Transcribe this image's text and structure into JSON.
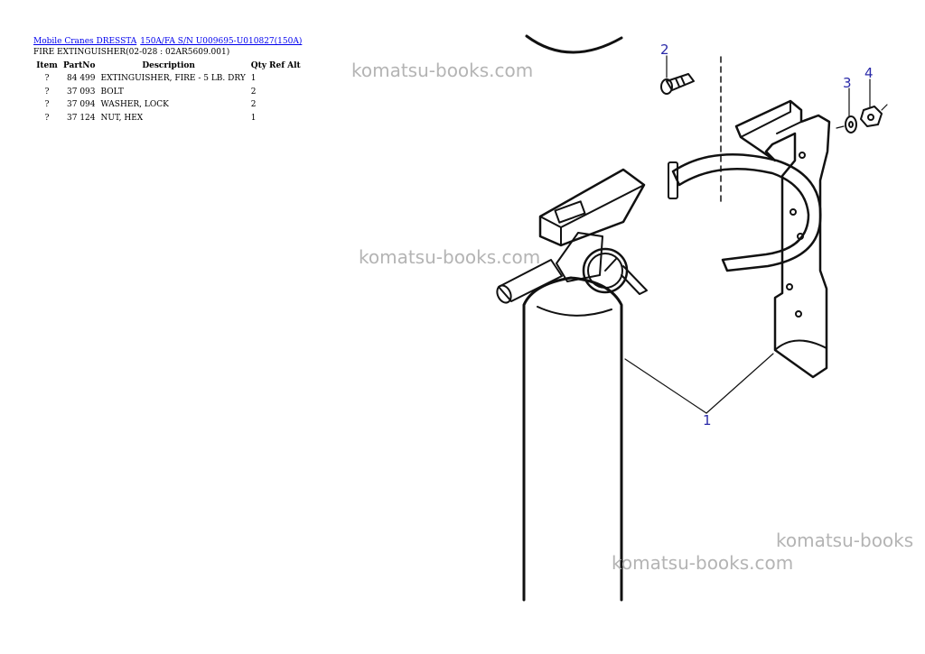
{
  "breadcrumb": {
    "link1": "Mobile Cranes DRESSTA",
    "link2": "150A/FA S/N U009695-U010827(150A)"
  },
  "subtitle": "FIRE EXTINGUISHER(02-028 : 02AR5609.001)",
  "table": {
    "headers": [
      "Item",
      "PartNo",
      "Description",
      "Qty",
      "Ref",
      "Alt"
    ],
    "rows": [
      {
        "item": "?",
        "part": "84 499",
        "desc": "EXTINGUISHER, FIRE - 5 LB. DRY",
        "qty": "1"
      },
      {
        "item": "?",
        "part": "37 093",
        "desc": "BOLT",
        "qty": "2"
      },
      {
        "item": "?",
        "part": "37 094",
        "desc": "WASHER, LOCK",
        "qty": "2"
      },
      {
        "item": "?",
        "part": "37 124",
        "desc": "NUT, HEX",
        "qty": "1"
      }
    ]
  },
  "watermarks": [
    "komatsu-books.com",
    "komatsu-books.com",
    "komatsu-books",
    "komatsu-books.com"
  ],
  "callouts": [
    "2",
    "3",
    "4",
    "1"
  ],
  "colors": {
    "link": "#0000ee",
    "callout": "#2a2aa8",
    "watermark": "#b4b4b4"
  }
}
